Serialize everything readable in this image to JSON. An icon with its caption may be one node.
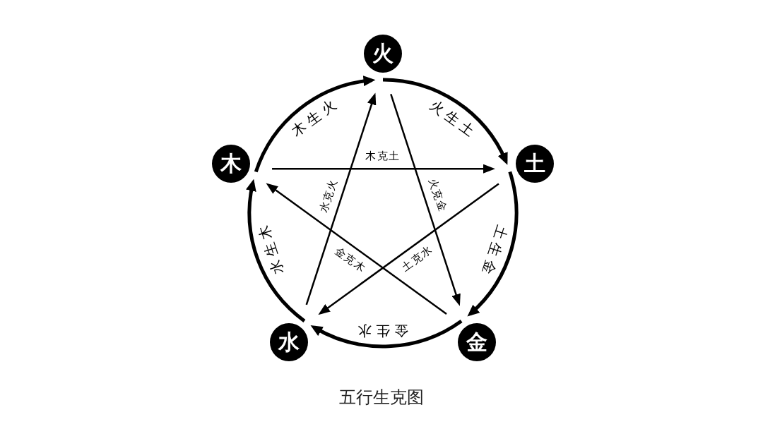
{
  "diagram": {
    "caption": "五行生克图",
    "nodes": [
      {
        "text": [
          "火"
        ]
      },
      {
        "text": [
          "木"
        ]
      },
      {
        "text": [
          "土"
        ]
      },
      {
        "text": [
          "水"
        ]
      },
      {
        "text": [
          "金"
        ]
      }
    ],
    "edges": [
      {
        "from": 1,
        "to": 0,
        "arrow": "to",
        "label": "木生火",
        "style": "thick"
      },
      {
        "from": 0,
        "to": 2,
        "arrow": "to",
        "label": "火生土",
        "style": "thick"
      },
      {
        "from": 2,
        "to": 4,
        "arrow": "to",
        "label": "土生金",
        "style": "thick"
      },
      {
        "from": 4,
        "to": 3,
        "arrow": "to",
        "label": "金生水",
        "style": "thick"
      },
      {
        "from": 3,
        "to": 1,
        "arrow": "to",
        "label": "水生木",
        "style": "thick"
      },
      {
        "from": 1,
        "to": 2,
        "arrow": "to",
        "label": "木克土"
      },
      {
        "from": 0,
        "to": 4,
        "arrow": "to",
        "label": "火克金"
      },
      {
        "from": 2,
        "to": 3,
        "arrow": "to",
        "label": "土克水"
      },
      {
        "from": 4,
        "to": 1,
        "arrow": "to",
        "label": "金克木"
      },
      {
        "from": 3,
        "to": 0,
        "arrow": "to",
        "label": "水克火"
      }
    ]
  }
}
